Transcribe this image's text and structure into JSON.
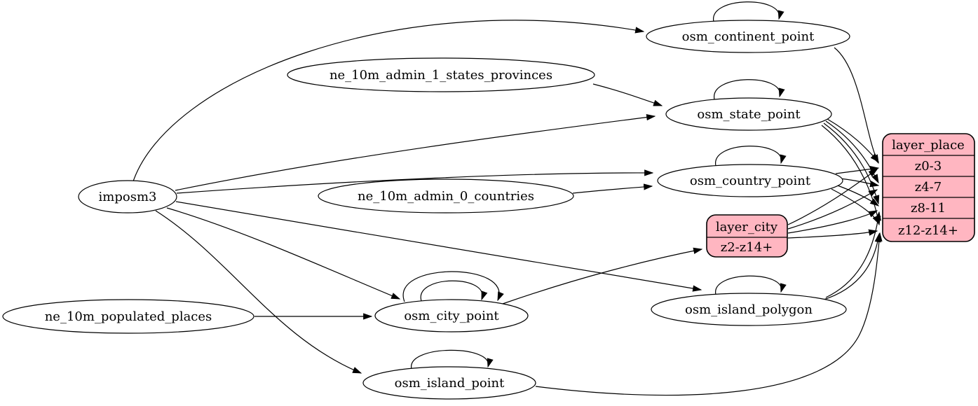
{
  "colors": {
    "background": "#ffffff",
    "node_fill": "#ffffff",
    "record_fill": "#ffb6c1",
    "stroke": "#000000",
    "text": "#000000"
  },
  "nodes": {
    "imposm3": "imposm3",
    "ne_10m_admin_1_states_provinces": "ne_10m_admin_1_states_provinces",
    "ne_10m_admin_0_countries": "ne_10m_admin_0_countries",
    "ne_10m_populated_places": "ne_10m_populated_places",
    "osm_continent_point": "osm_continent_point",
    "osm_state_point": "osm_state_point",
    "osm_country_point": "osm_country_point",
    "osm_city_point": "osm_city_point",
    "osm_island_polygon": "osm_island_polygon",
    "osm_island_point": "osm_island_point"
  },
  "records": {
    "layer_place": {
      "title": "layer_place",
      "rows": [
        "z0-3",
        "z4-7",
        "z8-11",
        "z12-z14+"
      ]
    },
    "layer_city": {
      "title": "layer_city",
      "rows": [
        "z2-z14+"
      ]
    }
  },
  "edges": [
    {
      "from": "imposm3",
      "to": "osm_continent_point"
    },
    {
      "from": "imposm3",
      "to": "osm_state_point"
    },
    {
      "from": "imposm3",
      "to": "osm_country_point"
    },
    {
      "from": "imposm3",
      "to": "osm_city_point"
    },
    {
      "from": "imposm3",
      "to": "osm_island_polygon"
    },
    {
      "from": "imposm3",
      "to": "osm_island_point"
    },
    {
      "from": "ne_10m_admin_1_states_provinces",
      "to": "osm_state_point"
    },
    {
      "from": "ne_10m_admin_0_countries",
      "to": "osm_country_point"
    },
    {
      "from": "ne_10m_populated_places",
      "to": "osm_city_point"
    },
    {
      "from": "osm_continent_point",
      "to": "osm_continent_point"
    },
    {
      "from": "osm_state_point",
      "to": "osm_state_point"
    },
    {
      "from": "osm_country_point",
      "to": "osm_country_point"
    },
    {
      "from": "osm_city_point",
      "to": "osm_city_point"
    },
    {
      "from": "osm_city_point",
      "to": "osm_city_point"
    },
    {
      "from": "osm_island_polygon",
      "to": "osm_island_polygon"
    },
    {
      "from": "osm_island_point",
      "to": "osm_island_point"
    },
    {
      "from": "osm_city_point",
      "to": "layer_city:z2-z14+"
    },
    {
      "from": "osm_continent_point",
      "to": "layer_place:z0-3"
    },
    {
      "from": "osm_state_point",
      "to": "layer_place:z0-3"
    },
    {
      "from": "osm_state_point",
      "to": "layer_place:z4-7"
    },
    {
      "from": "osm_state_point",
      "to": "layer_place:z8-11"
    },
    {
      "from": "osm_state_point",
      "to": "layer_place:z12-z14+"
    },
    {
      "from": "osm_country_point",
      "to": "layer_place:z0-3"
    },
    {
      "from": "osm_country_point",
      "to": "layer_place:z4-7"
    },
    {
      "from": "osm_country_point",
      "to": "layer_place:z8-11"
    },
    {
      "from": "osm_country_point",
      "to": "layer_place:z12-z14+"
    },
    {
      "from": "layer_city",
      "to": "layer_place:z0-3"
    },
    {
      "from": "layer_city",
      "to": "layer_place:z4-7"
    },
    {
      "from": "layer_city",
      "to": "layer_place:z8-11"
    },
    {
      "from": "layer_city",
      "to": "layer_place:z12-z14+"
    },
    {
      "from": "osm_island_polygon",
      "to": "layer_place:z8-11"
    },
    {
      "from": "osm_island_polygon",
      "to": "layer_place:z12-z14+"
    },
    {
      "from": "osm_island_point",
      "to": "layer_place:z12-z14+"
    }
  ]
}
